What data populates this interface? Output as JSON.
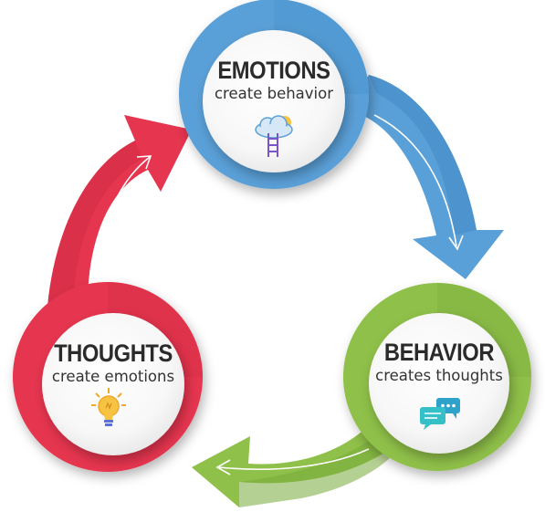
{
  "cycle": {
    "nodes": [
      {
        "id": "emotions",
        "title": "EMOTIONS",
        "subtitle": "create behavior",
        "icon": "cloud-ladder-icon",
        "color": "#5aa0d8",
        "color_dark": "#3d86c4"
      },
      {
        "id": "behavior",
        "title": "BEHAVIOR",
        "subtitle": "creates thoughts",
        "icon": "chat-bubbles-icon",
        "color": "#8fc049",
        "color_dark": "#79a93a"
      },
      {
        "id": "thoughts",
        "title": "THOUGHTS",
        "subtitle": "create emotions",
        "icon": "lightbulb-icon",
        "color": "#e6354f",
        "color_dark": "#cf2a43"
      }
    ],
    "arrows": [
      {
        "from": "emotions",
        "to": "behavior",
        "color": "#5aa0d8"
      },
      {
        "from": "behavior",
        "to": "thoughts",
        "color": "#8fc049"
      },
      {
        "from": "thoughts",
        "to": "emotions",
        "color": "#e6354f"
      }
    ]
  }
}
